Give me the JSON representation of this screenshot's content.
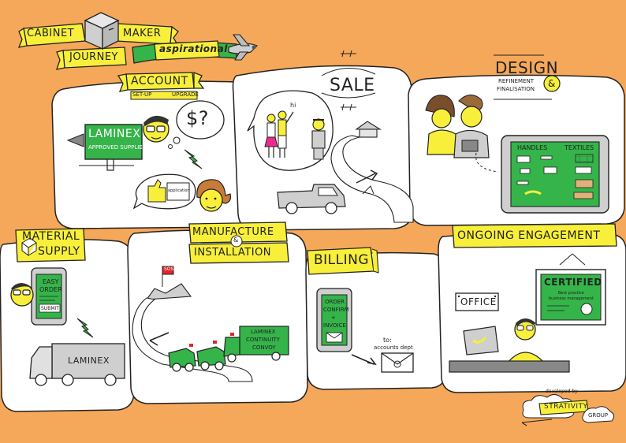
{
  "title": {
    "cabinet": "CABINET",
    "maker": "MAKER",
    "journey": "JOURNEY",
    "aspirational": "aspirational"
  },
  "account": {
    "title": "ACCOUNT",
    "setup": "SET-UP",
    "upgrade": "UPGRADE",
    "sign_brand": "LAMINEX",
    "sign_sub": "APPROVED SUPPLIER",
    "thought": "$?",
    "application": "application"
  },
  "sale": {
    "title": "SALE",
    "greeting": "hi"
  },
  "design": {
    "title": "DESIGN",
    "refinement": "REFINEMENT",
    "finalisation": "FINALISATION",
    "amp": "&",
    "handles": "HANDLES",
    "textiles": "TEXTILES"
  },
  "material": {
    "title_1": "MATERIAL",
    "title_2": "SUPPLY",
    "phone_1": "EASY",
    "phone_2": "ORDER",
    "submit": "SUBMIT",
    "truck": "LAMINEX"
  },
  "manufacture": {
    "title_1": "MANUFACTURE",
    "amp": "&",
    "title_2": "INSTALLATION",
    "flag": "SOS",
    "convoy_1": "LAMINEX",
    "convoy_2": "CONTINUITY",
    "convoy_3": "CONVOY"
  },
  "billing": {
    "title": "BILLING",
    "tablet_1": "ORDER",
    "tablet_2": "CONFIRM",
    "tablet_3": "+",
    "tablet_4": "INVOICE",
    "to": "to:",
    "dept": "accounts dept"
  },
  "ongoing": {
    "title": "ONGOING ENGAGEMENT",
    "office": "OFFICE",
    "certified": "CERTIFIED",
    "cert_1": "Best practice",
    "cert_2": "business management"
  },
  "footer": {
    "developed": "developed by",
    "strativity": "STRATIVITY",
    "group": "GROUP"
  },
  "colors": {
    "background": "#f6a85a",
    "panel": "#ffffff",
    "banner": "#f8ef3a",
    "green": "#35b44a",
    "outline": "#222222"
  }
}
